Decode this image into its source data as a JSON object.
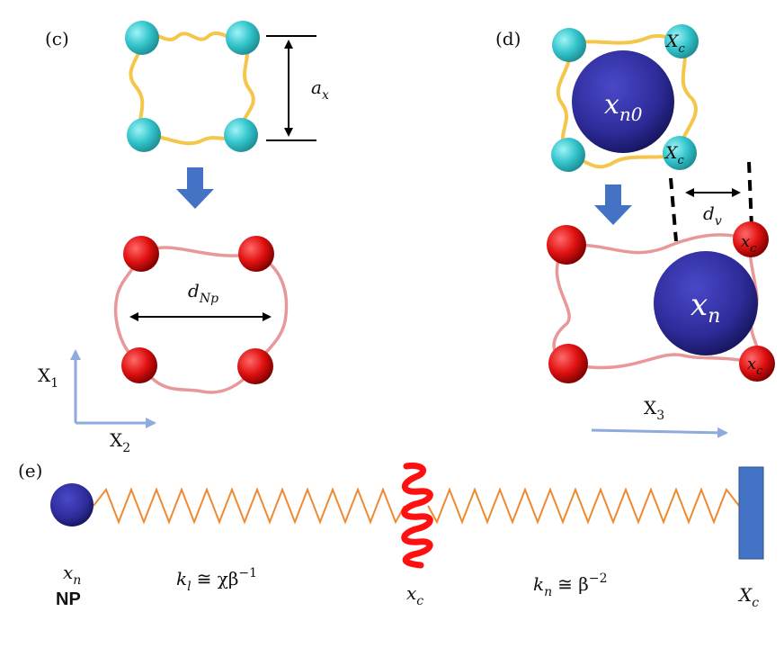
{
  "panel_c": {
    "label": "(c)",
    "spacing_symbol": "a",
    "spacing_subscript": "x",
    "diameter_symbol": "d",
    "diameter_subscript": "Np"
  },
  "axes": {
    "x1_main": "X",
    "x1_sub": "1",
    "x2_main": "X",
    "x2_sub": "2",
    "x3_main": "X",
    "x3_sub": "3"
  },
  "panel_d": {
    "label": "(d)",
    "np_top_main": "x",
    "np_top_sub": "n0",
    "crosslink_top_main": "X",
    "crosslink_top_sub": "c",
    "crosslink_bottom_main": "x",
    "crosslink_bottom_sub": "c",
    "np_bottom_main": "x",
    "np_bottom_sub": "n",
    "dv_main": "d",
    "dv_sub": "v"
  },
  "panel_e": {
    "label": "(e)",
    "np_pos_main": "x",
    "np_pos_sub": "n",
    "np_caption": "NP",
    "kl_main": "k",
    "kl_sub": "l",
    "kl_rel": "≅ χβ",
    "kl_exp": "−1",
    "xc_main": "x",
    "xc_sub": "c",
    "kn_main": "k",
    "kn_sub": "n",
    "kn_rel": "≅ β",
    "kn_exp": "−2",
    "wall_main": "X",
    "wall_sub": "c"
  },
  "colors": {
    "cyan_bead": "#33c4cc",
    "red_bead": "#e01010",
    "yellow_chain": "#f5c64a",
    "pink_chain": "#e89898",
    "np_blue": "#2e2c9a",
    "arrow_blue": "#4472c4",
    "axis_blue": "#8faadc",
    "spring_orange": "#f08a30",
    "spring_red": "#ff1010",
    "wall_blue": "#4472c4"
  }
}
